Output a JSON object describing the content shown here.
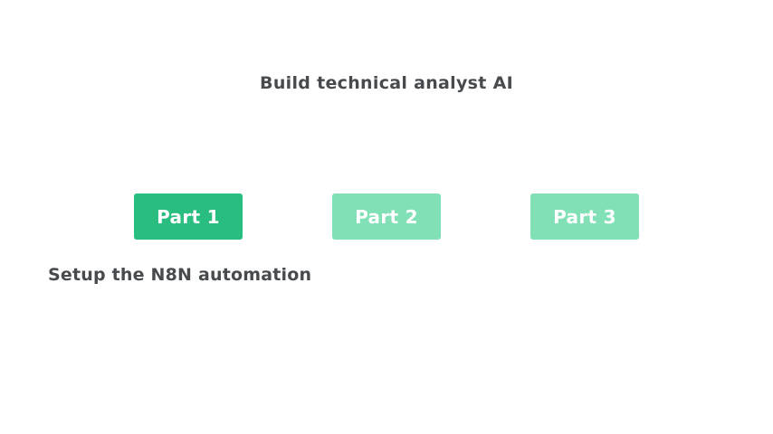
{
  "title": "Build technical analyst AI",
  "parts": [
    {
      "label": "Part 1",
      "state": "active"
    },
    {
      "label": "Part 2",
      "state": "inactive"
    },
    {
      "label": "Part 3",
      "state": "inactive"
    }
  ],
  "subtitle": "Setup the N8N automation",
  "colors": {
    "active_green": "#29bd7f",
    "inactive_green": "#82e0b6",
    "text_dark": "#474b4e",
    "background": "#ffffff"
  }
}
